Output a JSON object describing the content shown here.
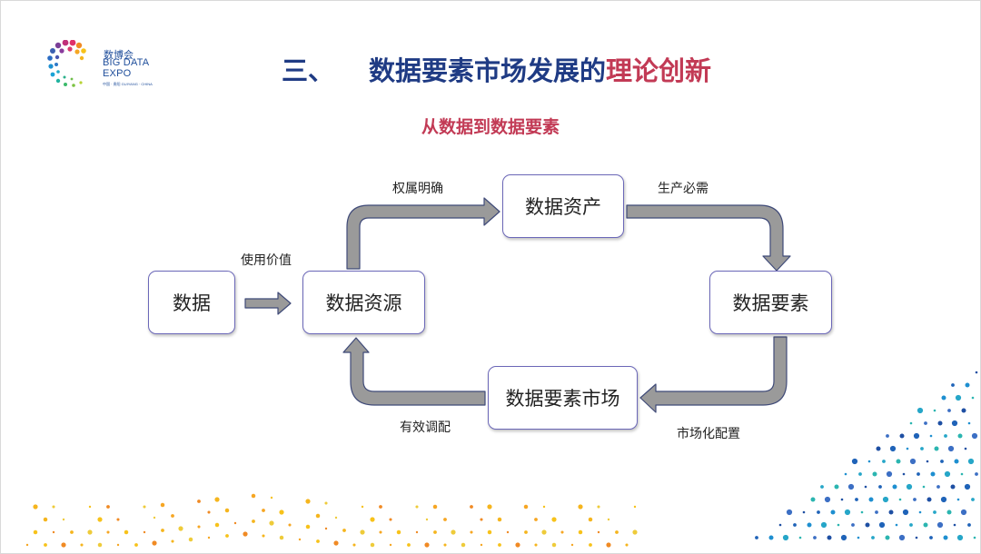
{
  "logo": {
    "cn": "数博会",
    "en_line1": "BIG DATA",
    "en_line2": "EXPO",
    "tagline": "中国 · 贵阳   GUIYANG · CHINA"
  },
  "title": {
    "number": "三、",
    "main": "数据要素市场发展的",
    "highlight": "理论创新"
  },
  "subtitle": "从数据到数据要素",
  "diagram": {
    "nodes": {
      "data": "数据",
      "resource": "数据资源",
      "asset": "数据资产",
      "element": "数据要素",
      "market": "数据要素市场"
    },
    "edges": {
      "use_value": "使用价值",
      "clear_ownership": "权属明确",
      "production_necessity": "生产必需",
      "market_allocation": "市场化配置",
      "effective_regulation": "有效调配"
    }
  },
  "colors": {
    "title": "#1f3b84",
    "accent": "#c23a55",
    "node_border": "#6b67b8",
    "arrow_fill": "#9a9a9a",
    "arrow_stroke": "#3f4a78"
  }
}
